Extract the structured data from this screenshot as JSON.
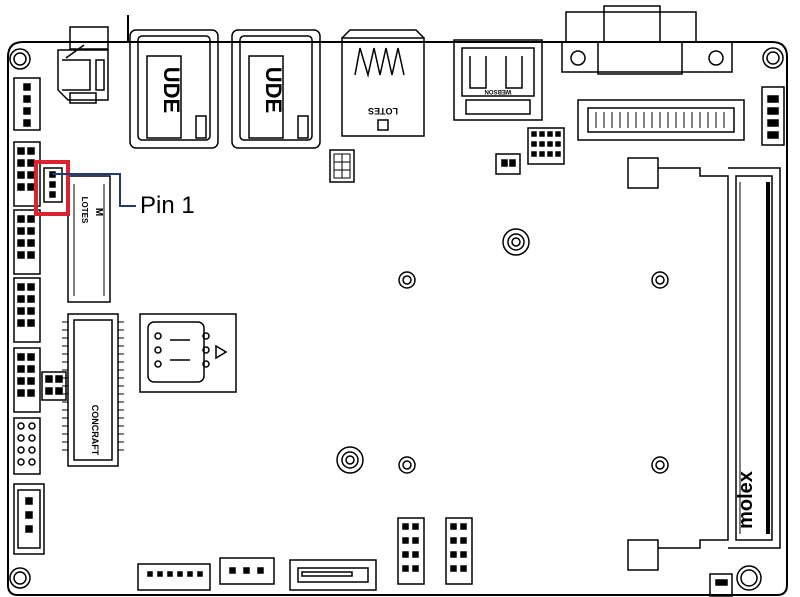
{
  "callout": {
    "label": "Pin 1",
    "highlight_color": "#d9232e",
    "leader_color": "#1f3b7a"
  },
  "silkscreen": {
    "usb_left": "UDE",
    "usb_right": "UDE",
    "usb3_brand": "LOTES",
    "displayport_brand": "WEBSON",
    "m2_brand": "LOTES",
    "m2_key": "M",
    "minipcie_brand": "CONCRAFT",
    "sodimm_brand": "molex"
  },
  "colors": {
    "outline": "#000000",
    "fill": "#ffffff",
    "pin": "#000000"
  }
}
